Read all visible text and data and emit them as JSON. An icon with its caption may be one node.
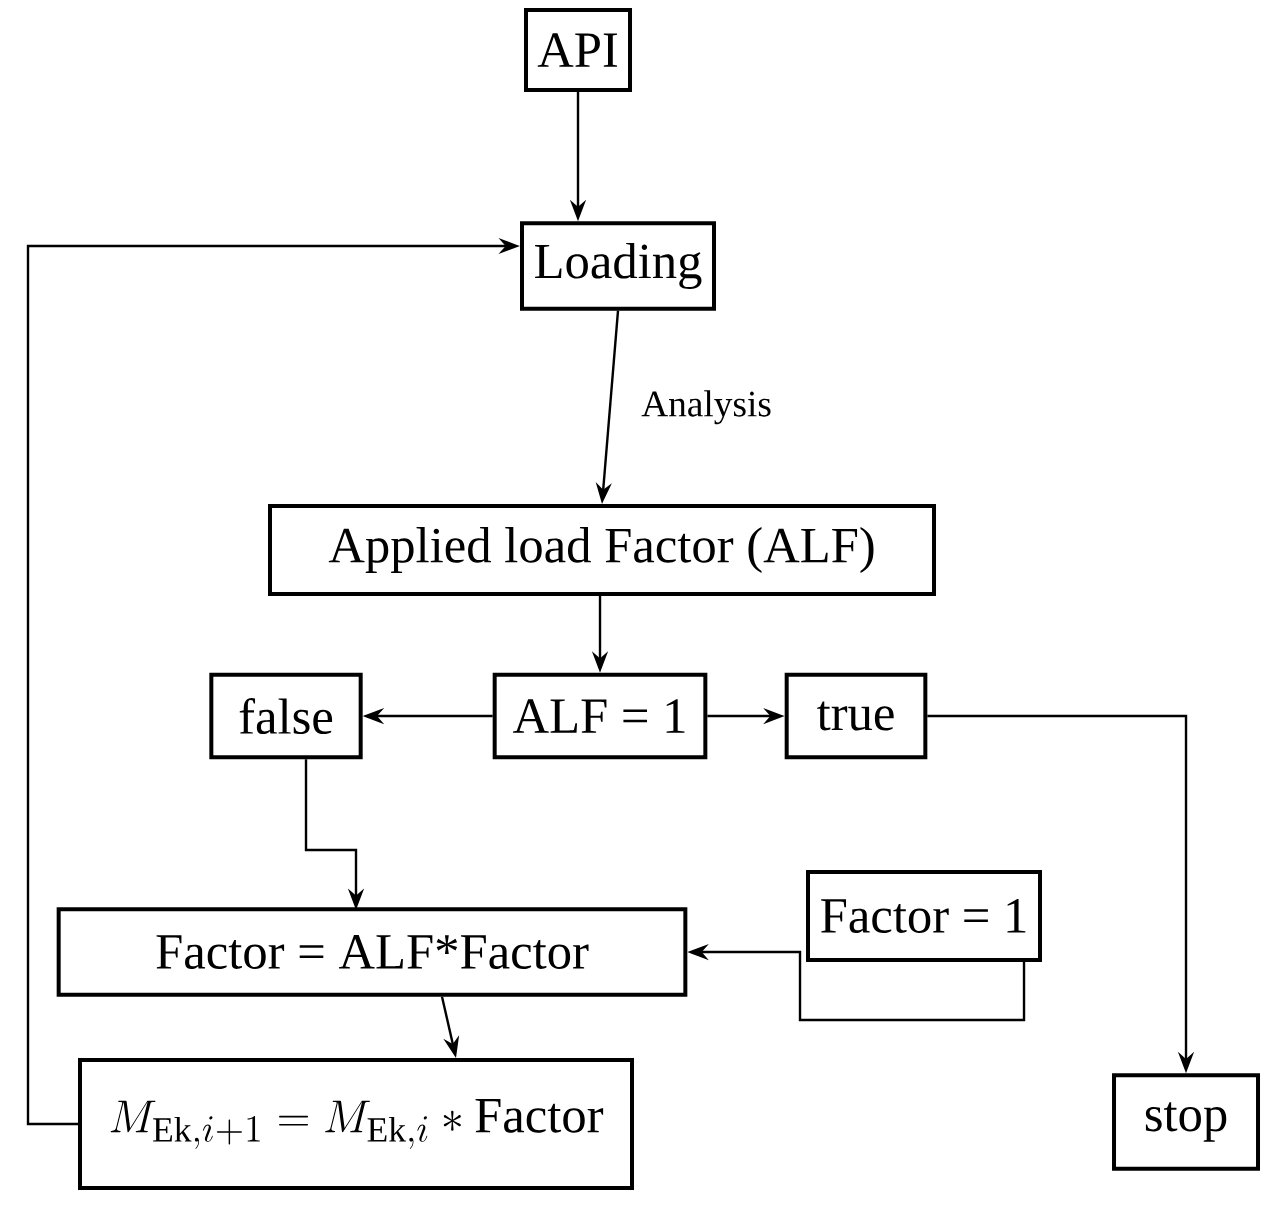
{
  "diagram": {
    "nodes": [
      {
        "text": [
          "API"
        ]
      },
      {
        "text": [
          "Loading"
        ]
      },
      {
        "text": [
          "Applied load Factor (ALF)"
        ]
      },
      {
        "text": [
          "ALF = 1"
        ]
      },
      {
        "text": [
          "false"
        ]
      },
      {
        "text": [
          "true"
        ]
      },
      {
        "text": [
          "Factor = ALF*Factor"
        ]
      },
      {
        "text": [
          "Factor = 1"
        ]
      },
      {
        "text": [
          "M_{\\mathrm{Ek},i+1} = M_{\\mathrm{Ek},i}*\\mathrm{Factor}"
        ]
      },
      {
        "text": [
          "stop"
        ]
      }
    ],
    "edges": [
      {
        "from": 0,
        "to": 1,
        "arrow": "to"
      },
      {
        "from": 1,
        "to": 2,
        "arrow": "to",
        "label": "Analysis"
      },
      {
        "from": 2,
        "to": 3,
        "arrow": "to"
      },
      {
        "from": 3,
        "to": 4,
        "arrow": "to"
      },
      {
        "from": 3,
        "to": 5,
        "arrow": "to"
      },
      {
        "from": 4,
        "to": 6,
        "arrow": "to"
      },
      {
        "from": 5,
        "to": 9,
        "arrow": "to"
      },
      {
        "from": 7,
        "to": 6,
        "arrow": "to"
      },
      {
        "from": 6,
        "to": 8,
        "arrow": "to"
      },
      {
        "from": 8,
        "to": 1,
        "arrow": "to"
      }
    ]
  }
}
